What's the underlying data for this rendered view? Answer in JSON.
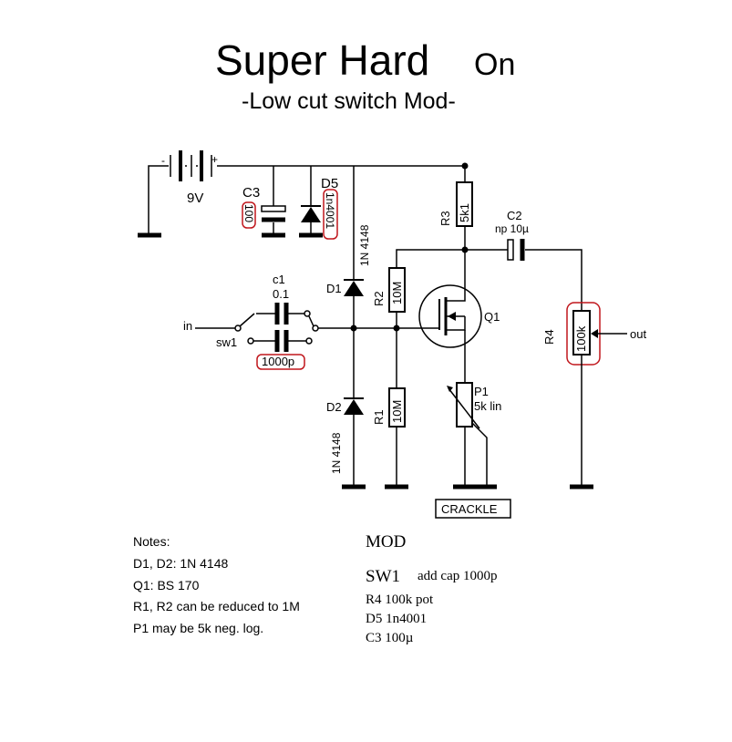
{
  "title": {
    "main": "Super Hard",
    "suffix": "On",
    "subtitle": "-Low cut switch Mod-"
  },
  "labels": {
    "battery_voltage": "9V",
    "battery_minus": "-",
    "battery_plus": "+",
    "c3_name": "C3",
    "c3_value": "100",
    "d5_name": "D5",
    "d5_value": "1n4001",
    "d1_part": "1N 4148",
    "d1_name": "D1",
    "d2_name": "D2",
    "d2_part": "1N 4148",
    "r3_name": "R3",
    "r3_value": "5k1",
    "c2_name": "C2",
    "c2_value": "np 10µ",
    "r2_name": "R2",
    "r2_value": "10M",
    "r1_name": "R1",
    "r1_value": "10M",
    "q1_name": "Q1",
    "c1_name": "c1",
    "c1_value": "0.1",
    "c1b_value": "1000p",
    "sw_name": "sw1",
    "input": "in",
    "output": "out",
    "r4_name": "R4",
    "r4_value": "100k",
    "p1_name": "P1",
    "p1_value": "5k lin",
    "crackle": "CRACKLE"
  },
  "notes": {
    "heading": "Notes:",
    "lines": [
      "D1, D2:  1N 4148",
      "Q1:  BS 170",
      "R1, R2 can be reduced to 1M",
      "P1 may be 5k neg. log."
    ]
  },
  "mod": {
    "heading": "MOD",
    "sw_label": "SW1",
    "sw_text": "add  cap 1000p",
    "lines": [
      "R4 100k pot",
      "D5 1n4001",
      "C3 100µ"
    ]
  }
}
